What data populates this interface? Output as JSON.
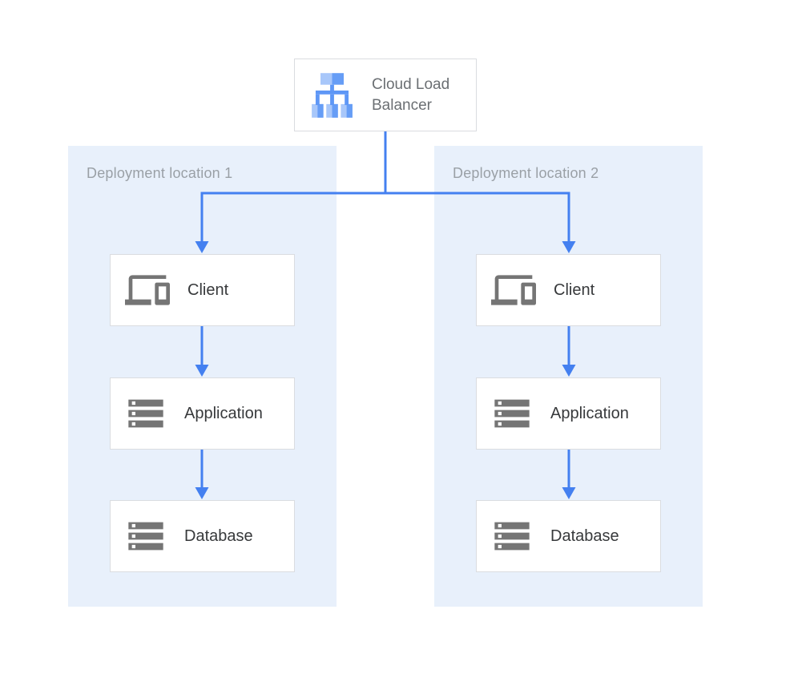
{
  "diagram": {
    "load_balancer": {
      "label": "Cloud Load Balancer",
      "icon": "load-balancer-icon"
    },
    "zones": [
      {
        "label": "Deployment location 1",
        "nodes": [
          {
            "label": "Client",
            "icon": "devices-icon"
          },
          {
            "label": "Application",
            "icon": "storage-icon"
          },
          {
            "label": "Database",
            "icon": "storage-icon"
          }
        ]
      },
      {
        "label": "Deployment location 2",
        "nodes": [
          {
            "label": "Client",
            "icon": "devices-icon"
          },
          {
            "label": "Application",
            "icon": "storage-icon"
          },
          {
            "label": "Database",
            "icon": "storage-icon"
          }
        ]
      }
    ],
    "edges": [
      {
        "from": "Cloud Load Balancer",
        "to": "Client @ Deployment location 1"
      },
      {
        "from": "Cloud Load Balancer",
        "to": "Client @ Deployment location 2"
      },
      {
        "from": "Client @ Deployment location 1",
        "to": "Application @ Deployment location 1"
      },
      {
        "from": "Application @ Deployment location 1",
        "to": "Database @ Deployment location 1"
      },
      {
        "from": "Client @ Deployment location 2",
        "to": "Application @ Deployment location 2"
      },
      {
        "from": "Application @ Deployment location 2",
        "to": "Database @ Deployment location 2"
      }
    ]
  },
  "colors": {
    "connector_blue": "#4480F0",
    "zone_background": "#E8F0FB",
    "node_border": "#DADCE0",
    "node_label_text": "#37393B",
    "zone_label_text": "#9AA0A6",
    "lb_label_text": "#6B6F73",
    "icon_gray": "#757575",
    "icon_blue_light": "#A8C7FA",
    "icon_blue_medium": "#669DF6",
    "icon_blue_stem": "#5E97F6"
  }
}
